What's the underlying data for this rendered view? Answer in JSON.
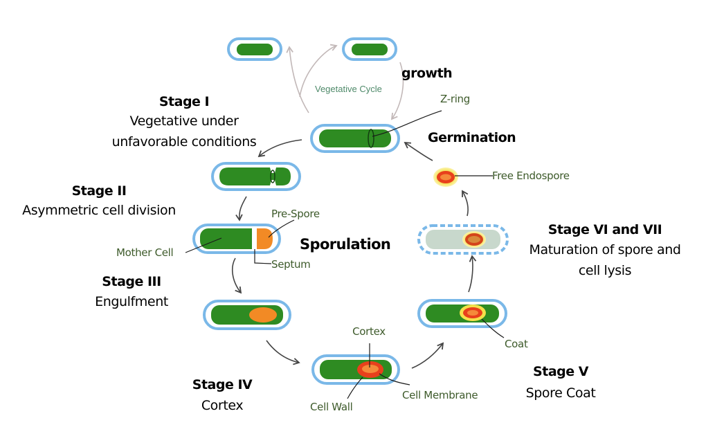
{
  "title": "Bacterial Sporulation Cycle",
  "center_label": "Sporulation",
  "vegetative_cycle": {
    "label": "Vegetative Cycle",
    "growth_label": "growth"
  },
  "germination_label": "Germination",
  "stages": [
    {
      "id": "stage-1",
      "title": "Stage I",
      "description_lines": [
        "Vegetative under",
        "unfavorable conditions"
      ]
    },
    {
      "id": "stage-2",
      "title": "Stage II",
      "description_lines": [
        "Asymmetric cell division"
      ]
    },
    {
      "id": "stage-3",
      "title": "Stage III",
      "description_lines": [
        "Engulfment"
      ]
    },
    {
      "id": "stage-4",
      "title": "Stage IV",
      "description_lines": [
        "Cortex"
      ]
    },
    {
      "id": "stage-5",
      "title": "Stage V",
      "description_lines": [
        "Spore Coat"
      ]
    },
    {
      "id": "stage-6-7",
      "title": "Stage VI and VII",
      "description_lines": [
        "Maturation of spore and",
        "cell lysis"
      ]
    }
  ],
  "part_labels": {
    "z_ring": "Z-ring",
    "free_endospore": "Free Endospore",
    "pre_spore": "Pre-Spore",
    "mother_cell": "Mother Cell",
    "septum": "Septum",
    "cortex": "Cortex",
    "cell_wall": "Cell Wall",
    "cell_membrane": "Cell Membrane",
    "coat": "Coat"
  },
  "colors": {
    "cell_wall": "#7ab8e8",
    "cytoplasm": "#2e8b22",
    "forespore": "#f28a25",
    "cortex": "#e8401c",
    "coat": "#f5e04a",
    "lysed_cytoplasm": "#c8d8cc",
    "label_text": "#3d5a2a"
  }
}
